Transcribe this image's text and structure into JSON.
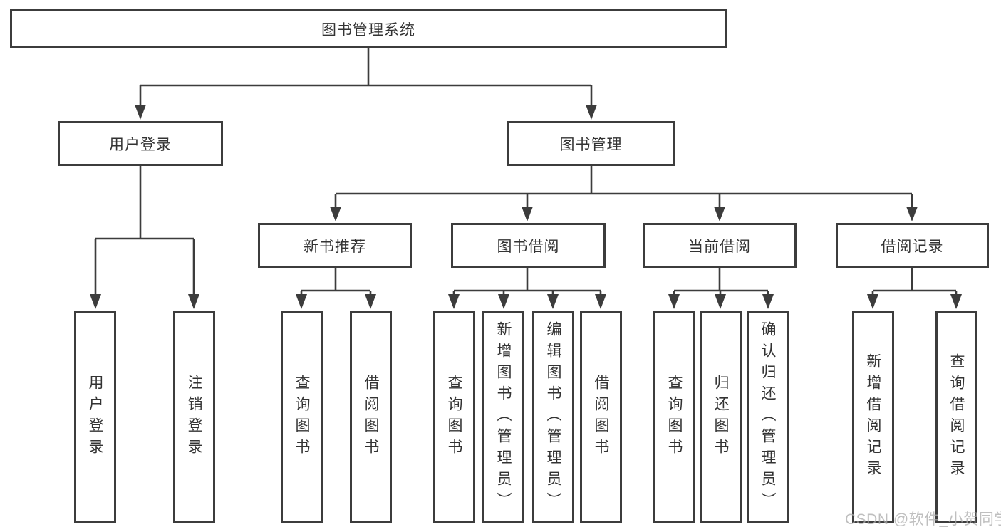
{
  "diagram": {
    "root": {
      "label": "图书管理系统"
    },
    "level2": [
      {
        "label": "用户登录"
      },
      {
        "label": "图书管理"
      }
    ],
    "level3": [
      {
        "label": "新书推荐",
        "parent": "图书管理"
      },
      {
        "label": "图书借阅",
        "parent": "图书管理"
      },
      {
        "label": "当前借阅",
        "parent": "图书管理"
      },
      {
        "label": "借阅记录",
        "parent": "图书管理"
      }
    ],
    "leaves": [
      {
        "label": "用户登录",
        "parent": "用户登录"
      },
      {
        "label": "注销登录",
        "parent": "用户登录"
      },
      {
        "label": "查询图书",
        "parent": "新书推荐"
      },
      {
        "label": "借阅图书",
        "parent": "新书推荐"
      },
      {
        "label": "查询图书",
        "parent": "图书借阅"
      },
      {
        "label": "新增图书（管理员）",
        "parent": "图书借阅"
      },
      {
        "label": "编辑图书（管理员）",
        "parent": "图书借阅"
      },
      {
        "label": "借阅图书",
        "parent": "图书借阅"
      },
      {
        "label": "查询图书",
        "parent": "当前借阅"
      },
      {
        "label": "归还图书",
        "parent": "当前借阅"
      },
      {
        "label": "确认归还（管理员）",
        "parent": "当前借阅"
      },
      {
        "label": "新增借阅记录",
        "parent": "借阅记录"
      },
      {
        "label": "查询借阅记录",
        "parent": "借阅记录"
      }
    ]
  },
  "watermark": {
    "text": "CSDN @软件_小贺同学"
  },
  "colors": {
    "line": "#3c3c3c",
    "text": "#333333",
    "box_background": "#ffffff",
    "watermark": "#aaaaaa"
  }
}
